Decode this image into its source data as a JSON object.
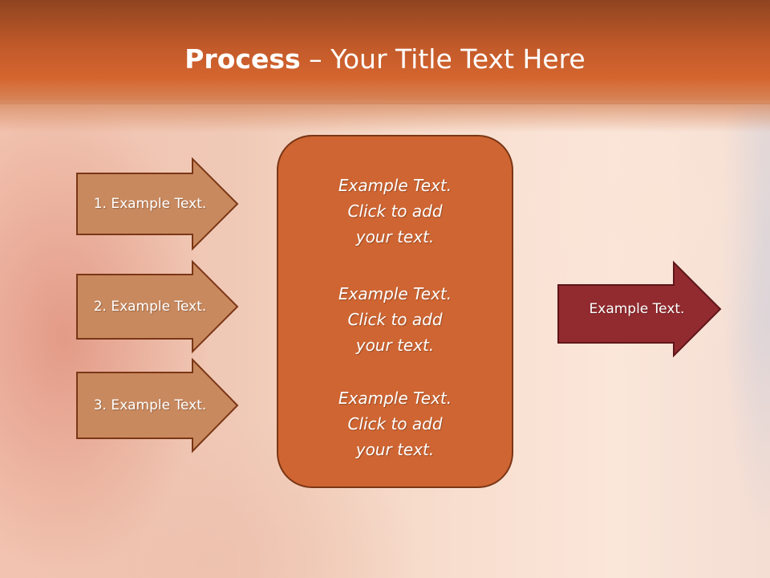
{
  "header": {
    "title_bold": "Process",
    "title_rest": " – Your Title Text Here"
  },
  "left_steps": [
    {
      "label": "1. Example Text."
    },
    {
      "label": "2. Example Text."
    },
    {
      "label": "3. Example Text."
    }
  ],
  "center_box": {
    "items": [
      {
        "line1": "Example Text.",
        "line2": "Click  to add",
        "line3": "your text."
      },
      {
        "line1": "Example Text.",
        "line2": "Click  to add",
        "line3": "your text."
      },
      {
        "line1": "Example Text.",
        "line2": "Click  to add",
        "line3": "your text."
      }
    ]
  },
  "result_arrow": {
    "label": "Example Text."
  },
  "colors": {
    "header": "#c25a2a",
    "left_arrow_fill": "#c9895e",
    "center_box_fill": "#cf6532",
    "result_arrow_fill": "#922b2f",
    "outline": "#7a3616"
  }
}
